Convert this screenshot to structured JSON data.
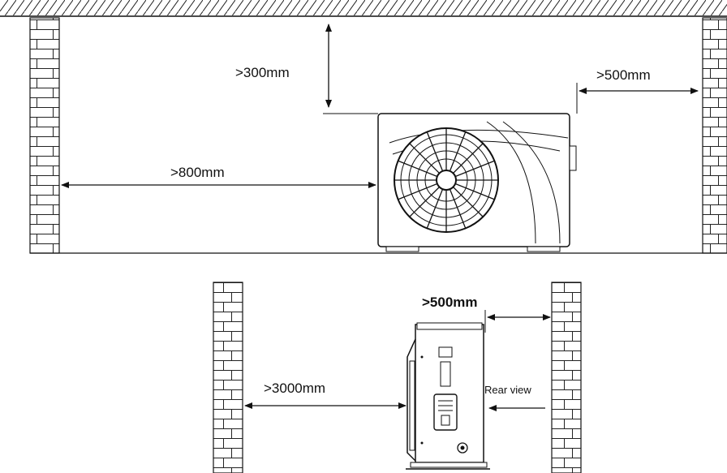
{
  "labels": {
    "top_clearance": ">300mm",
    "right_clearance": ">500mm",
    "front_clearance": ">800mm",
    "rear_clearance": ">500mm",
    "side_clearance": ">3000mm",
    "rear_view": "Rear view"
  },
  "colors": {
    "line": "#111111",
    "background": "#ffffff"
  }
}
